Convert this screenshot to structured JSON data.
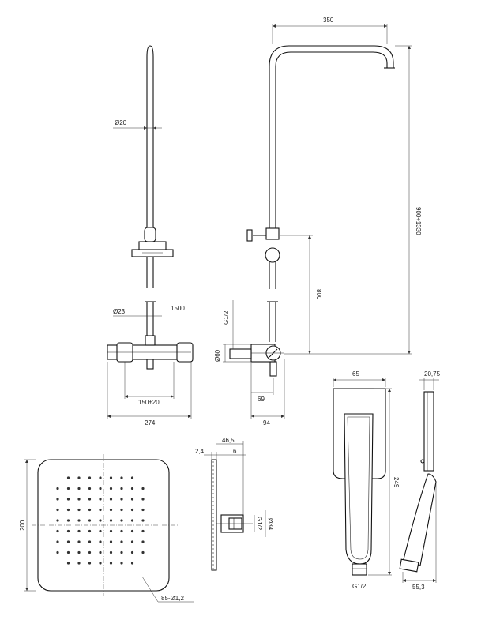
{
  "dimensions": {
    "top_width": "350",
    "height_range": "900÷1330",
    "rail_diameter": "Ø20",
    "slider_height": "800",
    "mixer_diameter": "Ø23",
    "rail_length": "1500",
    "inlet_thread": "G1/2",
    "mixer_diameter_side": "Ø60",
    "depth_69": "69",
    "depth_94": "94",
    "spacing": "150±20",
    "mixer_width": "274",
    "handshower_width": "65",
    "handshower_depth": "20,75",
    "handshower_length": "249",
    "handshower_thread": "G1/2",
    "handshower_side_depth": "55,3",
    "head_thickness": "2,4",
    "head_depth": "46,5",
    "head_offset": "6",
    "head_thread": "G1/2",
    "head_connector": "Ø34",
    "head_size": "200",
    "nozzles": "85-Ø1,2"
  }
}
